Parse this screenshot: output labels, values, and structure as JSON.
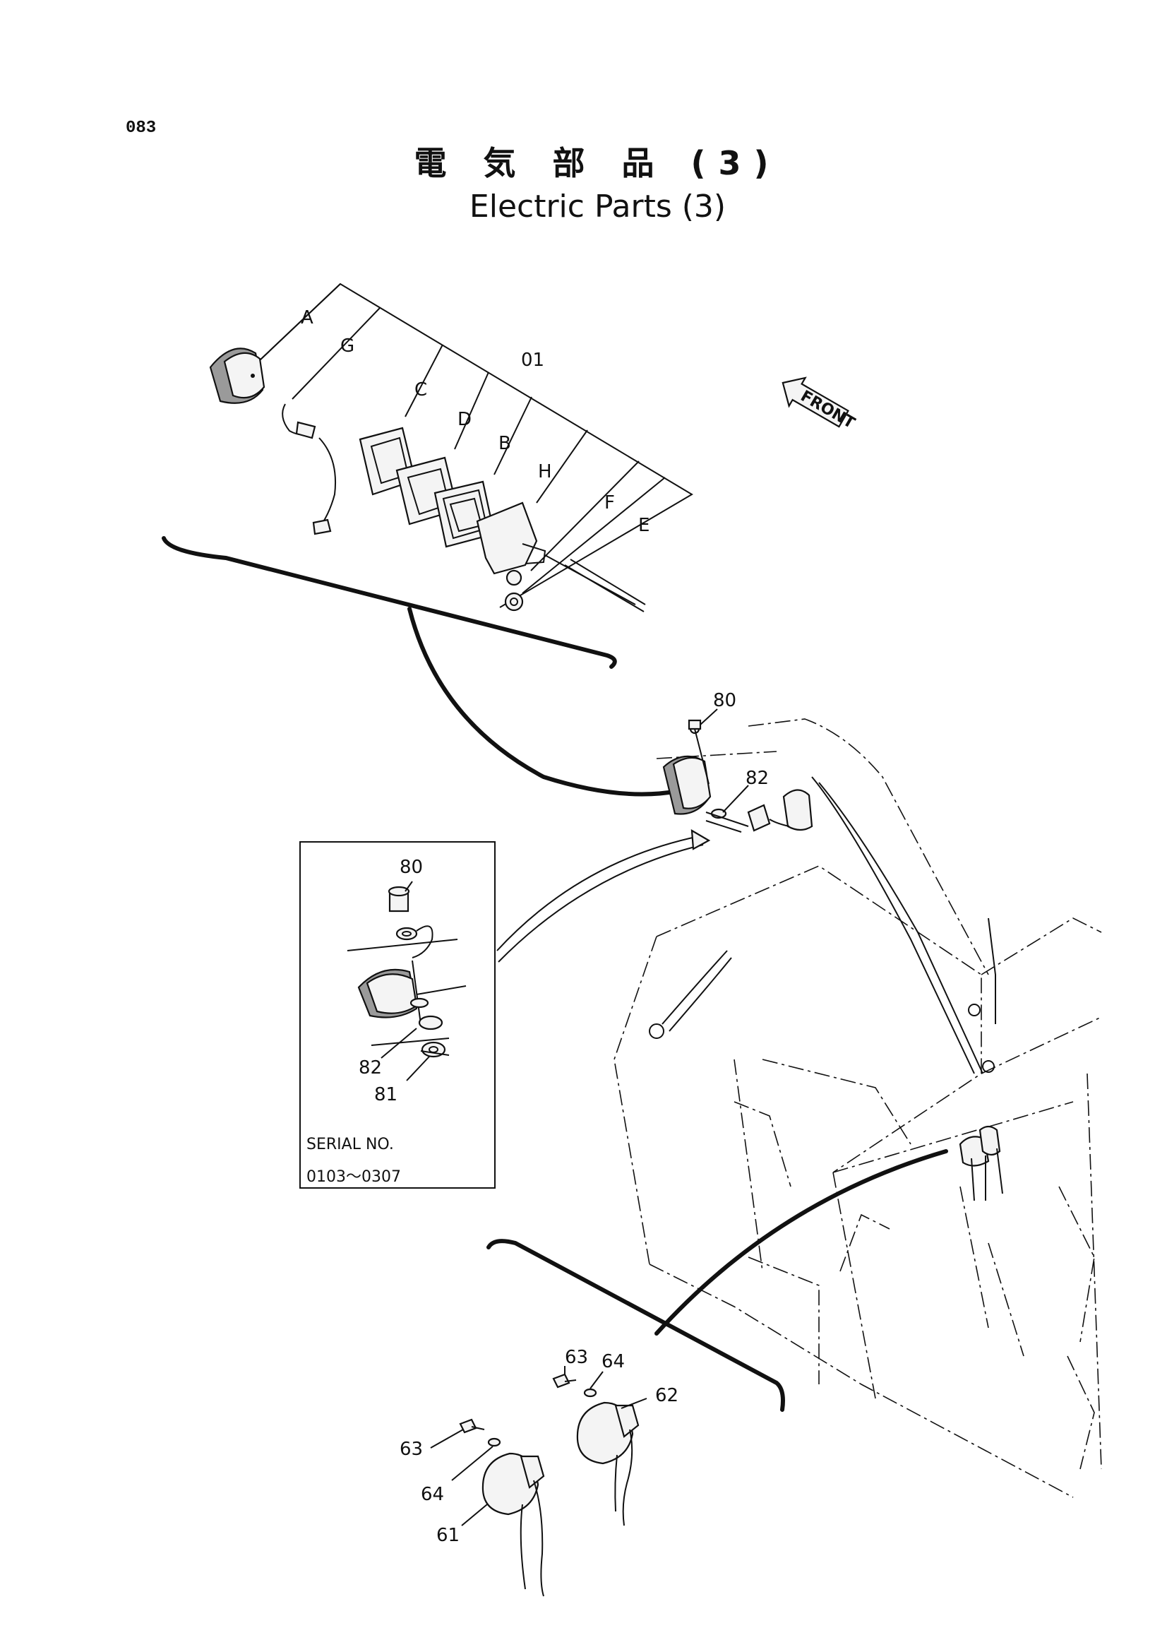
{
  "page": {
    "number": "083"
  },
  "title": {
    "japanese": "電 気 部 品 (3)",
    "english": "Electric Parts (3)"
  },
  "front_arrow": {
    "label": "FRONT"
  },
  "labels": {
    "A": "A",
    "G": "G",
    "O1": "01",
    "C": "C",
    "D": "D",
    "B": "B",
    "H": "H",
    "F": "F",
    "E": "E",
    "p80_main": "80",
    "p82_main": "82",
    "p80_inset": "80",
    "p82_inset": "82",
    "p81_inset": "81",
    "p63_right": "63",
    "p64_right": "64",
    "p62": "62",
    "p63_left": "63",
    "p64_left": "64",
    "p61": "61"
  },
  "inset": {
    "serial_label": "SERIAL NO.",
    "serial_range": "0103～0307"
  }
}
